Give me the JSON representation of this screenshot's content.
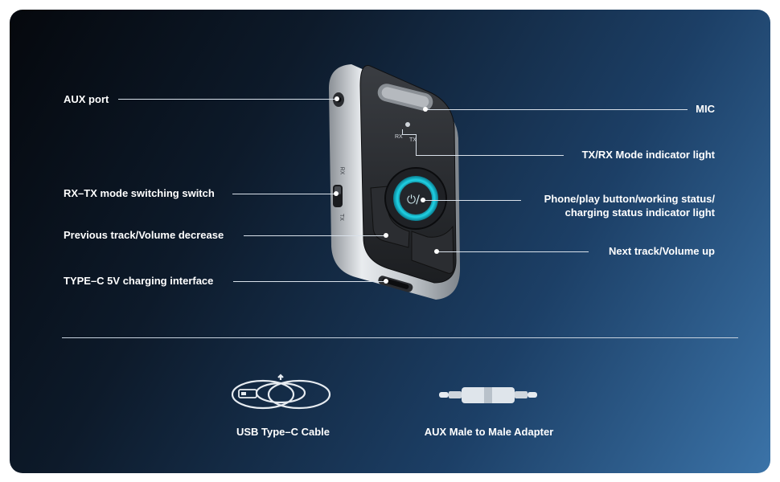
{
  "callouts": {
    "aux_port": "AUX port",
    "rx_tx_switch": "RX–TX mode switching switch",
    "prev_track": "Previous track/Volume decrease",
    "typec_charging": "TYPE–C 5V charging interface",
    "mic": "MIC",
    "mode_indicator": "TX/RX Mode indicator light",
    "phone_button_line1": "Phone/play button/working status/",
    "phone_button_line2": "charging status indicator light",
    "next_track": "Next track/Volume up"
  },
  "device": {
    "side_label_rx": "RX",
    "side_label_tx": "TX",
    "indicator_rx": "RX",
    "indicator_tx": "TX"
  },
  "accessories": [
    {
      "label": "USB Type–C  Cable",
      "icon": "usb-cable-icon"
    },
    {
      "label": "AUX Male to Male Adapter",
      "icon": "aux-adapter-icon"
    }
  ],
  "colors": {
    "accent_ring": "#1fd3e6",
    "background_dark": "#05080d",
    "background_light": "#3b73a8"
  }
}
